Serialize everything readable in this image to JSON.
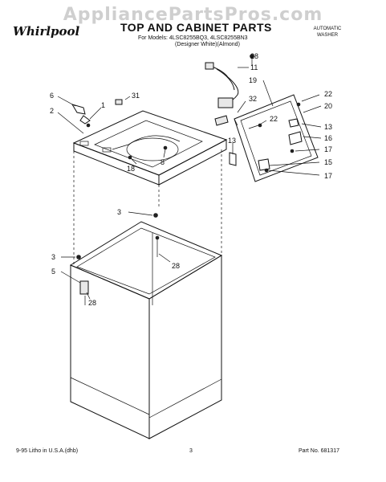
{
  "watermark": "AppliancePartsPros.com",
  "brand_logo": "Whirlpool",
  "title": "TOP AND CABINET PARTS",
  "models_line1": "For Models: 4LSC8255BQ3, 4LSC8255BN3",
  "models_line2": "(Designer White)(Almond)",
  "category_line1": "AUTOMATIC",
  "category_line2": "WASHER",
  "footer_left": "9-95 Litho in U.S.A.(dhb)",
  "footer_center": "3",
  "footer_right": "Part No. 681317",
  "callouts": [
    {
      "label": "28"
    },
    {
      "label": "11"
    },
    {
      "label": "19"
    },
    {
      "label": "22"
    },
    {
      "label": "31"
    },
    {
      "label": "32"
    },
    {
      "label": "20"
    },
    {
      "label": "6"
    },
    {
      "label": "1"
    },
    {
      "label": "2"
    },
    {
      "label": "22"
    },
    {
      "label": "13"
    },
    {
      "label": "16"
    },
    {
      "label": "13"
    },
    {
      "label": "17"
    },
    {
      "label": "8"
    },
    {
      "label": "18"
    },
    {
      "label": "15"
    },
    {
      "label": "17"
    },
    {
      "label": "3"
    },
    {
      "label": "28"
    },
    {
      "label": "3"
    },
    {
      "label": "5"
    },
    {
      "label": "28"
    }
  ]
}
